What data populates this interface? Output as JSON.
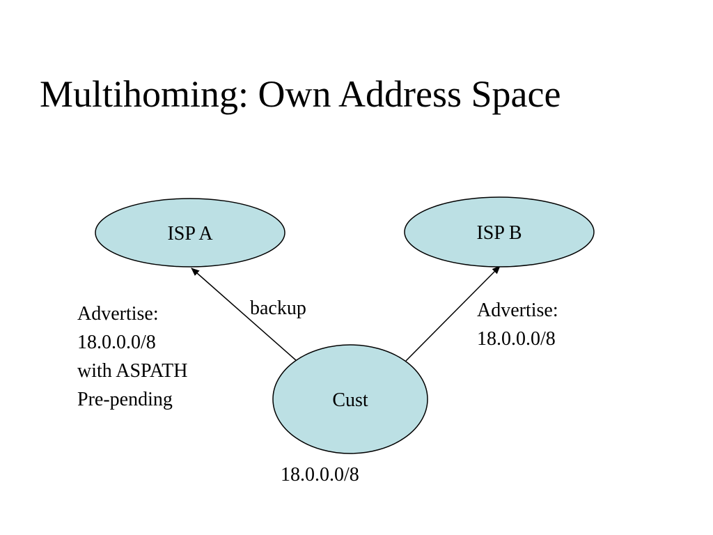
{
  "slide": {
    "title": "Multihoming: Own Address Space"
  },
  "colors": {
    "node_fill": "#bce0e4",
    "node_stroke": "#000000",
    "edge": "#000000"
  },
  "nodes": {
    "isp_a": "ISP A",
    "isp_b": "ISP B",
    "cust": "Cust"
  },
  "edges": {
    "backup_label": "backup"
  },
  "annotations": {
    "left_lines": [
      "Advertise:",
      "18.0.0.0/8",
      "with ASPATH",
      "Pre-pending"
    ],
    "right_lines": [
      "Advertise:",
      "18.0.0.0/8"
    ],
    "cust_prefix": "18.0.0.0/8"
  }
}
